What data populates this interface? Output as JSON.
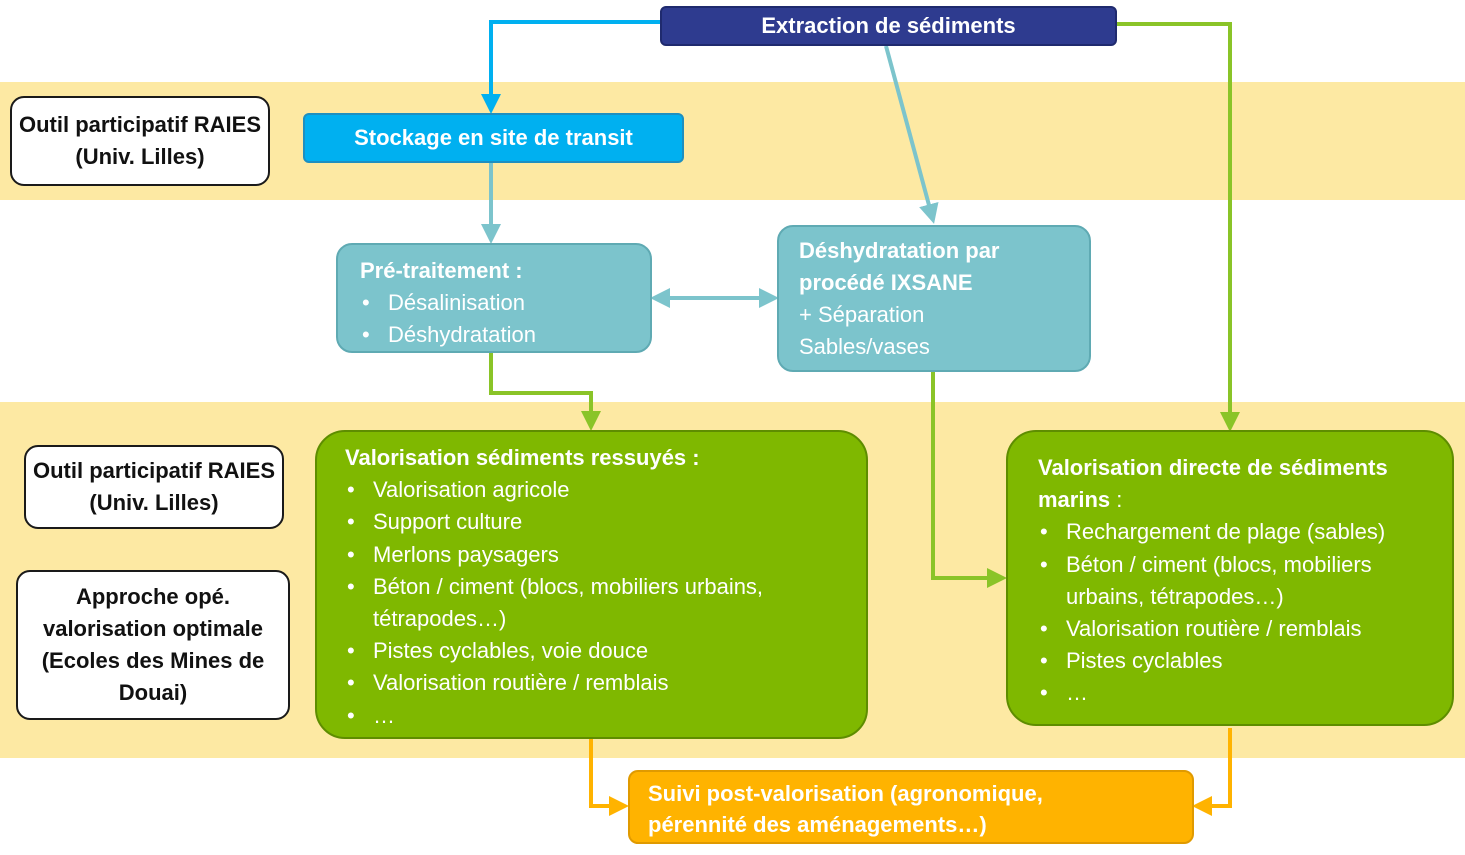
{
  "colors": {
    "band": "#fde9a3",
    "navy": "#2e3b8f",
    "blue": "#00b0f0",
    "teal": "#7cc4cc",
    "green": "#7fb800",
    "orange": "#ffb300",
    "arrow_blue": "#00b0f0",
    "arrow_teal": "#7cc4cc",
    "arrow_green": "#8ac428",
    "arrow_orange": "#ffb300"
  },
  "tools": {
    "top": "Outil participatif RAIES (Univ. Lilles)",
    "middle": "Outil participatif RAIES (Univ. Lilles)",
    "bottom": "Approche opé. valorisation optimale (Ecoles des Mines de Douai)"
  },
  "nodes": {
    "extraction": "Extraction de sédiments",
    "stockage": "Stockage en site de transit",
    "pretraitement": {
      "title": "Pré-traitement :",
      "items": [
        "Désalinisation",
        "Déshydratation"
      ]
    },
    "deshydratation": {
      "title": "Déshydratation par procédé IXSANE",
      "line1": "+ Séparation",
      "line2": "Sables/vases"
    },
    "valorisation_ressuyes": {
      "title": "Valorisation sédiments ressuyés :",
      "items": [
        "Valorisation agricole",
        "Support culture",
        "Merlons paysagers",
        "Béton / ciment (blocs, mobiliers urbains, tétrapodes…)",
        "Pistes cyclables, voie douce",
        "Valorisation routière / remblais",
        "…"
      ]
    },
    "valorisation_directe": {
      "title": "Valorisation directe de sédiments marins",
      "title_suffix": " :",
      "items": [
        "Rechargement de plage (sables)",
        "Béton / ciment (blocs, mobiliers urbains, tétrapodes…)",
        "Valorisation routière / remblais",
        "Pistes cyclables",
        "…"
      ]
    },
    "suivi": "Suivi post-valorisation (agronomique, pérennité des aménagements…)"
  }
}
